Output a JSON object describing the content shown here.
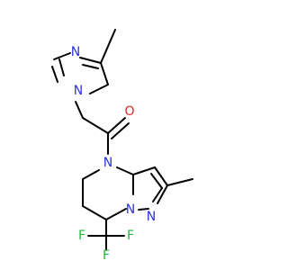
{
  "structure": {
    "atoms": [
      {
        "label": "N",
        "color": "#2d34d8"
      },
      {
        "label": "N",
        "color": "#2d34d8"
      },
      {
        "label": "O",
        "color": "#e0261f"
      },
      {
        "label": "N",
        "color": "#2d34d8"
      },
      {
        "label": "N",
        "color": "#2d34d8"
      },
      {
        "label": "N",
        "color": "#2d34d8"
      },
      {
        "label": "F",
        "color": "#23b53a"
      },
      {
        "label": "F",
        "color": "#23b53a"
      },
      {
        "label": "F",
        "color": "#23b53a"
      }
    ]
  }
}
